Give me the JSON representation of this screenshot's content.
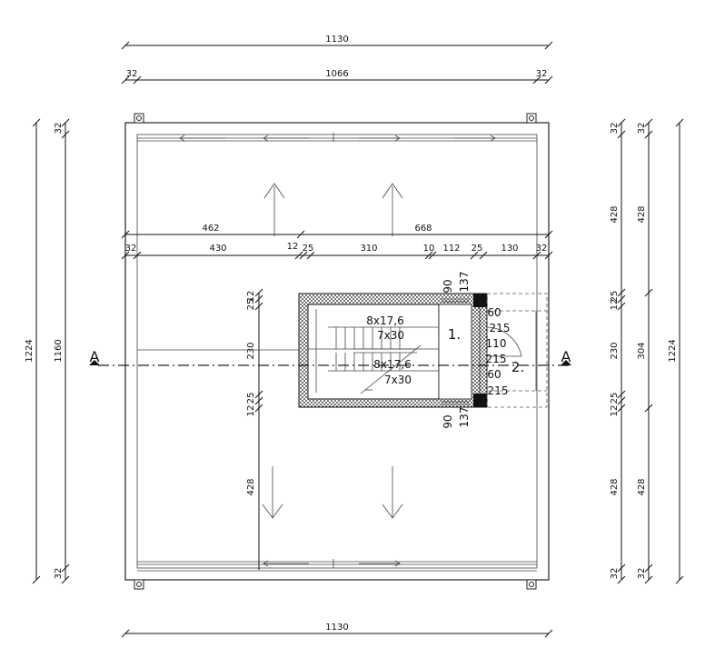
{
  "dimensions": {
    "top_overall": "1130",
    "top_left_edge": "32",
    "top_middle": "1066",
    "top_right_edge": "32",
    "upper_left_span": "462",
    "upper_right_span": "668",
    "row_edge_left": "32",
    "row_430": "430",
    "row_12": "12",
    "row_25": "25",
    "row_310": "310",
    "row_10": "10",
    "row_112": "112",
    "row_25b": "25",
    "row_130": "130",
    "row_edge_right": "32",
    "bottom_overall": "1130",
    "left_outer": "1224",
    "left_inner": "1160",
    "left_top_32": "32",
    "left_bottom_32": "32",
    "left_inner_25": "25",
    "left_inner_12": "12",
    "left_inner_230": "230",
    "left_inner_12b": "12",
    "left_inner_25b": "25",
    "left_inner_428": "428",
    "right_c1_32_top": "32",
    "right_c1_428_top": "428",
    "right_c1_25": "25",
    "right_c1_12": "12",
    "right_c1_230": "230",
    "right_c1_12b": "12",
    "right_c1_25b": "25",
    "right_c1_428_bottom": "428",
    "right_c1_32_bottom": "32",
    "right_c2_32_top": "32",
    "right_c2_428_top": "428",
    "right_c2_304": "304",
    "right_c2_428_bottom": "428",
    "right_c2_32_bottom": "32",
    "right_outer": "1224"
  },
  "stair": {
    "flight_upper_spec": "8x17,6",
    "flight_upper_tread": "7x30",
    "flight_lower_spec": "8x17,6",
    "flight_lower_tread": "7x30",
    "landing_top_a": "90",
    "landing_top_b": "137",
    "landing_bottom_a": "90",
    "landing_bottom_b": "137",
    "door_60_top": "60",
    "door_215_top": "215",
    "door_110": "110",
    "door_215_mid": "215",
    "door_60_bottom": "60",
    "door_215_bottom": "215",
    "room_1": "1.",
    "room_2": "2."
  },
  "section": {
    "left_label": "A",
    "right_label": "A"
  }
}
